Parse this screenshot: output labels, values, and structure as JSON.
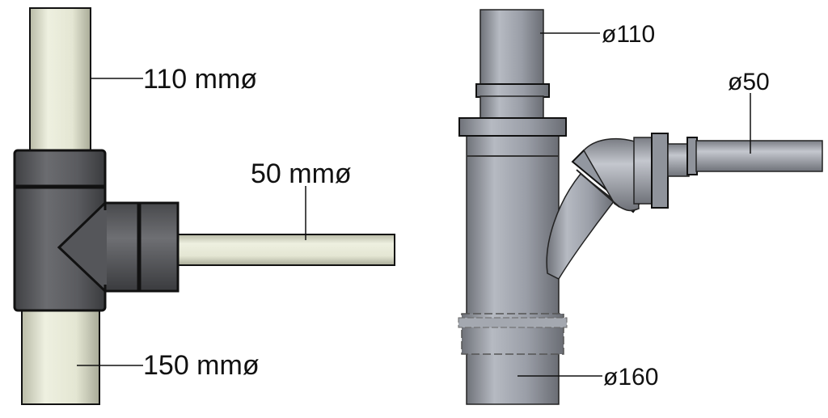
{
  "left_diagram": {
    "labels": {
      "top_pipe": "110 mmø",
      "side_pipe": "50 mmø",
      "bottom_pipe": "150 mmø"
    }
  },
  "right_diagram": {
    "labels": {
      "top_pipe": "ø110",
      "side_pipe": "ø50",
      "bottom_pipe": "ø160"
    }
  },
  "colors": {
    "pvc_pipe": "#e6e8d6",
    "fitting_dark": "#5c5d60",
    "fitting_grey": "#9ea2ab",
    "outline": "#111111"
  }
}
